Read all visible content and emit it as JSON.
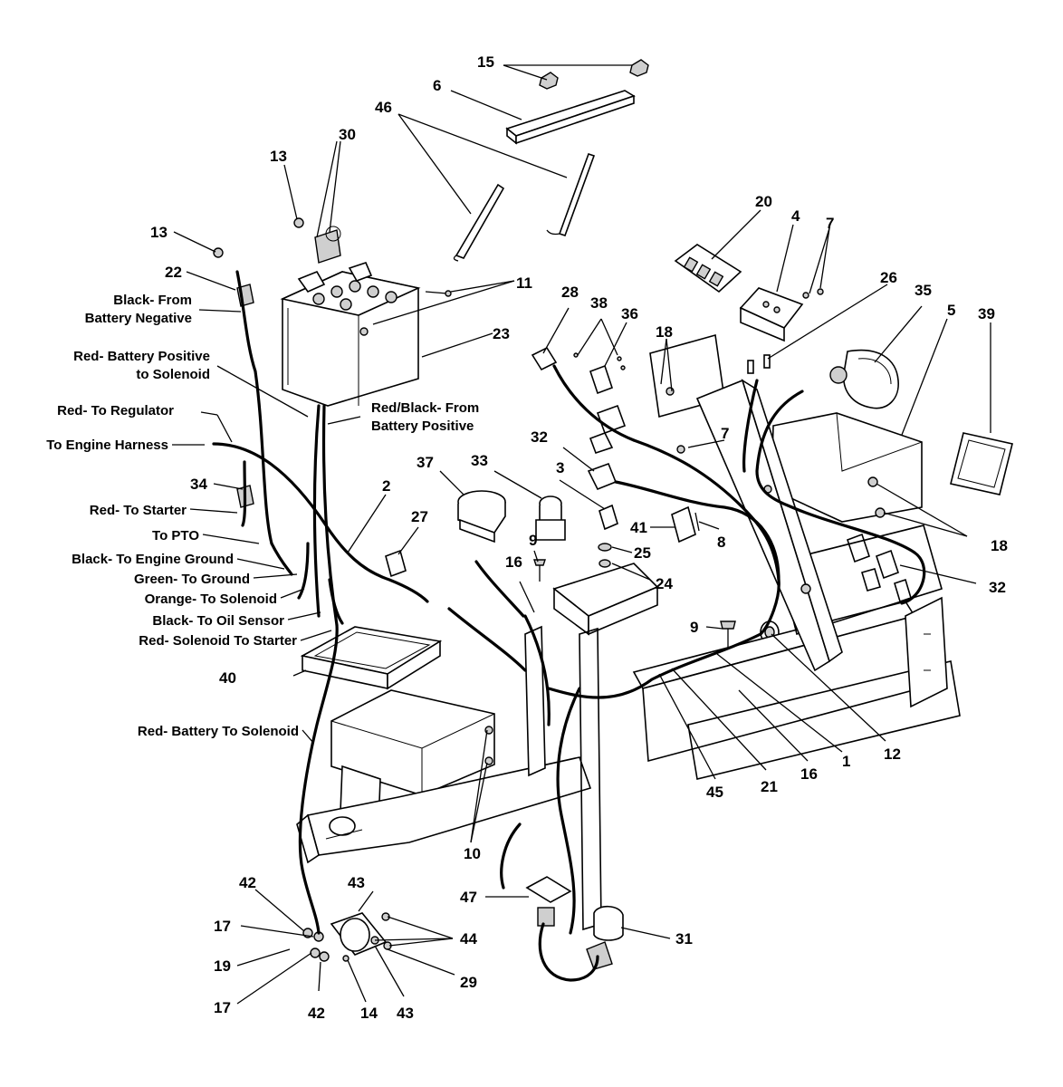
{
  "callouts": [
    "15",
    "6",
    "46",
    "30",
    "13",
    "13",
    "22",
    "11",
    "23",
    "20",
    "4",
    "7",
    "26",
    "35",
    "5",
    "39",
    "28",
    "38",
    "36",
    "18",
    "7",
    "18",
    "32",
    "3",
    "37",
    "33",
    "27",
    "2",
    "34",
    "9",
    "16",
    "25",
    "24",
    "41",
    "8",
    "32",
    "9",
    "12",
    "40",
    "1",
    "16",
    "21",
    "45",
    "10",
    "42",
    "43",
    "44",
    "17",
    "19",
    "17",
    "42",
    "14",
    "43",
    "29",
    "47",
    "31"
  ],
  "labels": {
    "black_from_battery_negative_1": "Black- From",
    "black_from_battery_negative_2": "Battery Negative",
    "red_battery_positive_1": "Red- Battery Positive",
    "red_battery_positive_2": "to Solenoid",
    "red_black_from_1": "Red/Black- From",
    "red_black_from_2": "Battery Positive",
    "red_to_regulator": "Red- To Regulator",
    "to_engine_harness": "To Engine Harness",
    "red_to_starter": "Red- To Starter",
    "to_pto": "To PTO",
    "black_to_engine_ground": "Black- To Engine Ground",
    "green_to_ground": "Green- To Ground",
    "orange_to_solenoid": "Orange- To Solenoid",
    "black_to_oil_sensor": "Black- To Oil Sensor",
    "red_solenoid_to_starter": "Red- Solenoid To Starter",
    "red_battery_to_solenoid": "Red- Battery To Solenoid"
  }
}
